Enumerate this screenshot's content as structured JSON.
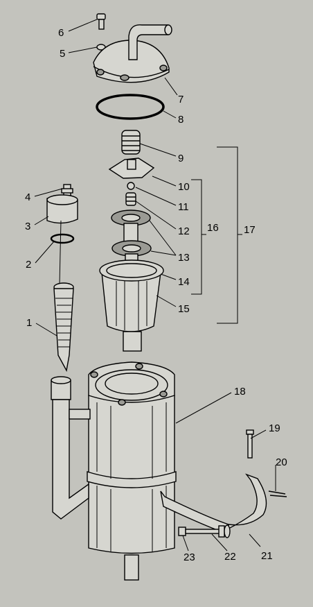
{
  "labels": {
    "l1": "1",
    "l2": "2",
    "l3": "3",
    "l4": "4",
    "l5": "5",
    "l6": "6",
    "l7": "7",
    "l8": "8",
    "l9": "9",
    "l10": "10",
    "l11": "11",
    "l12": "12",
    "l13": "13",
    "l14": "14",
    "l15": "15",
    "l16": "16",
    "l17": "17",
    "l18": "18",
    "l19": "19",
    "l20": "20",
    "l21": "21",
    "l22": "22",
    "l23": "23"
  }
}
